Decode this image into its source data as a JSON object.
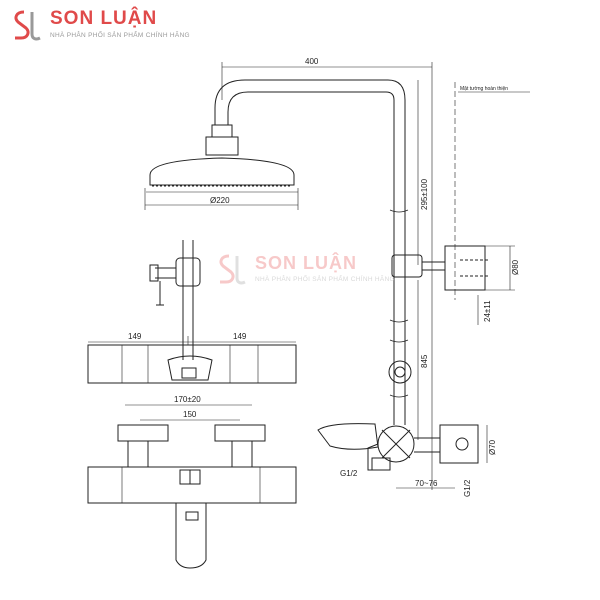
{
  "brand": {
    "name": "SON LUẬN",
    "tagline": "NHÀ PHÂN PHỐI SẢN PHẨM CHÍNH HÃNG",
    "accent_color": "#e04a4a"
  },
  "watermark": {
    "name": "SON LUẬN",
    "tagline": "NHÀ PHÂN PHỐI SẢN PHẨM CHÍNH HÃNG"
  },
  "dimensions": {
    "arm_width": "400",
    "head_diameter": "Ø220",
    "riser_adjust": "295±100",
    "bracket_height": "Ø80",
    "bracket_offset": "24±11",
    "riser_height": "845",
    "valve_width": "Ø70",
    "left_half": "149",
    "right_half": "149",
    "center_range": "170±20",
    "center_nominal": "150",
    "thread_left": "G1/2",
    "thread_right": "G1/2",
    "wall_depth": "70~76",
    "wall_note": "Mặt tường hoàn thiện"
  }
}
